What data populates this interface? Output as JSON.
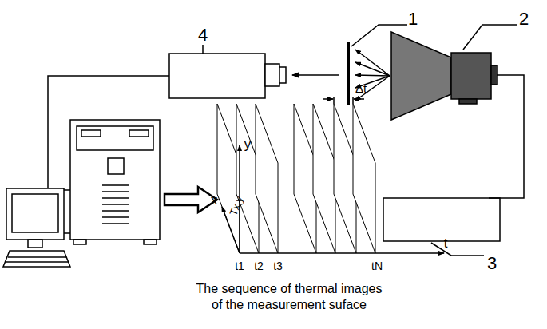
{
  "diagram": {
    "caption": "The sequence of thermal images of the measurement suface",
    "labels": [
      "1",
      "2",
      "3",
      "4",
      "y",
      "x",
      "t",
      "Δt",
      "Tx,y",
      "t1",
      "t2",
      "t3",
      "tN"
    ]
  }
}
